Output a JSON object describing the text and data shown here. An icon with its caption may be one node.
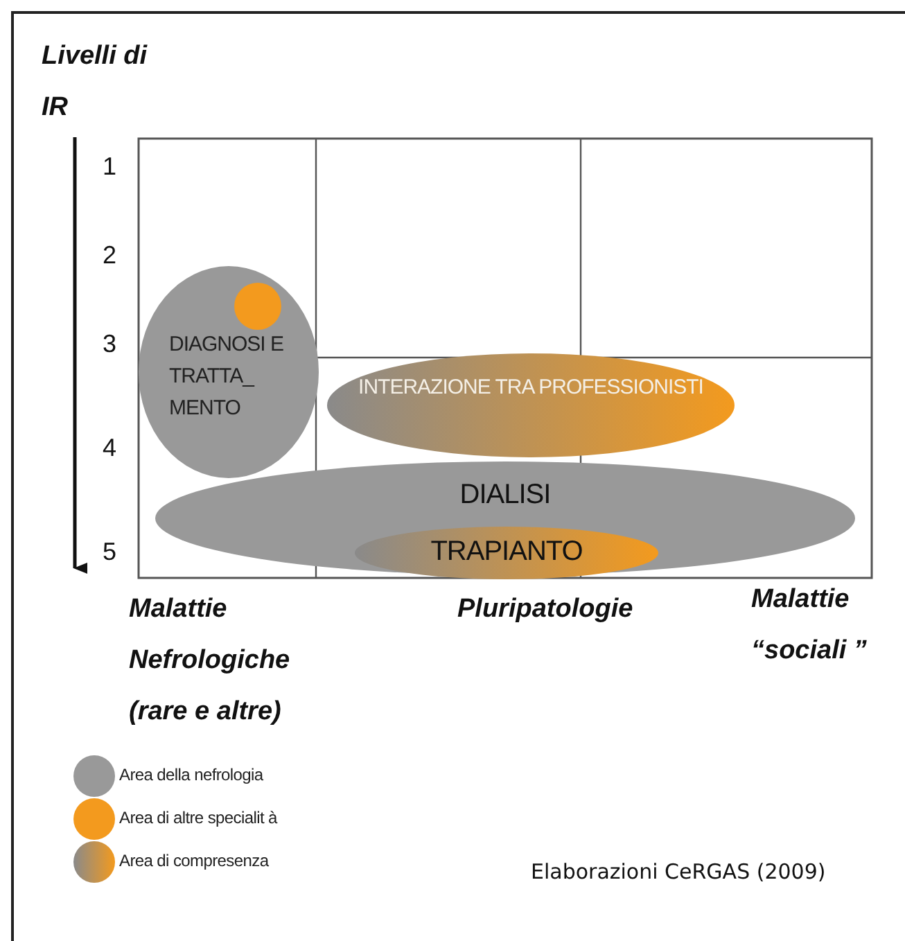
{
  "diagram": {
    "caption": "Elaborazioni CeRGAS (2009)",
    "nodes": [
      {
        "text": [
          "DIAGNOSI E TRATTA_ MENTO"
        ]
      },
      {
        "text": [],
        "shape": "circle",
        "in": 0
      },
      {
        "text": [
          "INTERAZIONE TRA PROFESSIONISTI"
        ]
      },
      {
        "text": [
          "DIALISI"
        ]
      },
      {
        "text": [
          "TRAPIANTO"
        ]
      }
    ],
    "edges": [],
    "labels": [
      "Livelli di IR",
      "1",
      "2",
      "3",
      "4",
      "5",
      "Malattie Nefrologiche (rare e altre)",
      "Pluripatologie",
      "Malattie “sociali ”"
    ],
    "legend": [
      {
        "text": "Area della nefrologia",
        "color": "#999999"
      },
      {
        "text": "Area di altre specialit à",
        "color": "#f39a1e"
      },
      {
        "text": "Area di compresenza"
      }
    ]
  }
}
